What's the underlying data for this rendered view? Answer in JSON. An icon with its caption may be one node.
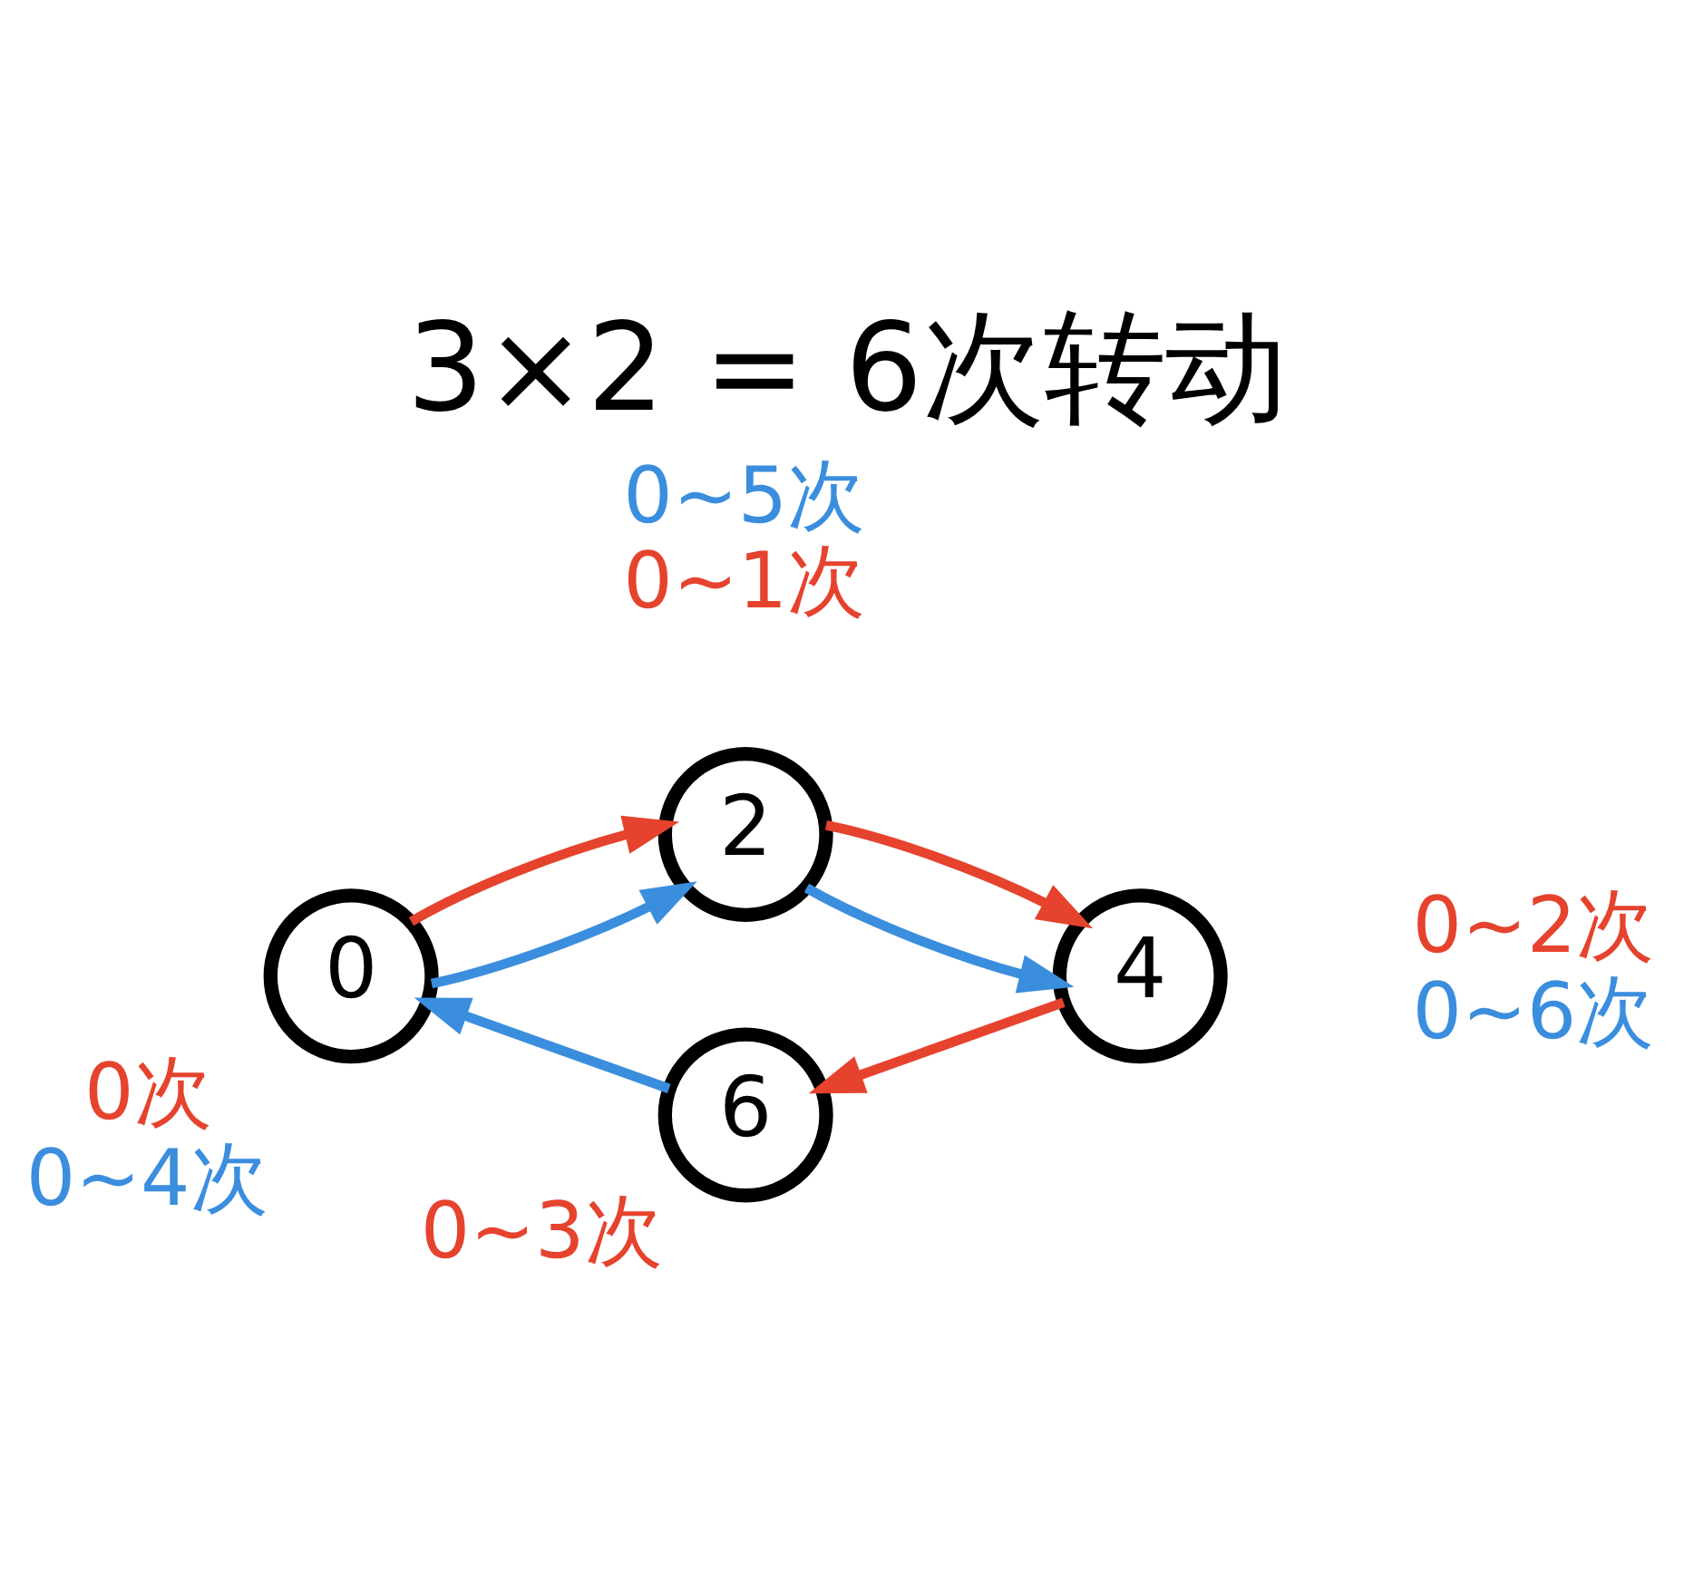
{
  "diagram": {
    "title": "3×2 = 6次转动",
    "nodes": [
      {
        "text": [
          "0"
        ],
        "beside": [
          "0次",
          "0~4次"
        ]
      },
      {
        "text": [
          "2"
        ],
        "beside": [
          "0~5次",
          "0~1次"
        ]
      },
      {
        "text": [
          "4"
        ],
        "beside": [
          "0~2次",
          "0~6次"
        ]
      },
      {
        "text": [
          "6"
        ],
        "beside": [
          "0~3次"
        ]
      }
    ],
    "edges": [
      {
        "from": 0,
        "to": 1,
        "arrow": "to",
        "color": "#3b8ede"
      },
      {
        "from": 0,
        "to": 1,
        "arrow": "to",
        "color": "#e5432d"
      },
      {
        "from": 1,
        "to": 2,
        "arrow": "to",
        "color": "#3b8ede"
      },
      {
        "from": 1,
        "to": 2,
        "arrow": "to",
        "color": "#e5432d"
      },
      {
        "from": 2,
        "to": 3,
        "arrow": "to",
        "color": "#e5432d"
      },
      {
        "from": 3,
        "to": 0,
        "arrow": "to",
        "color": "#3b8ede"
      }
    ]
  }
}
